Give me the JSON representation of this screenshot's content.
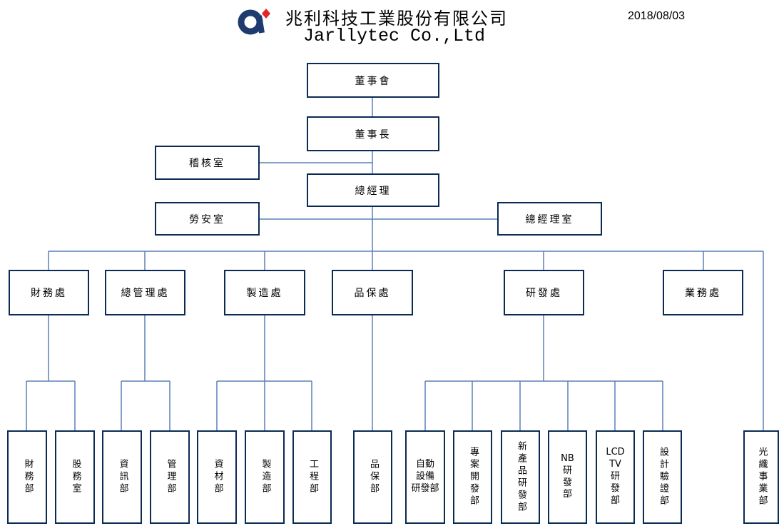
{
  "header": {
    "company_zh": "兆利科技工業股份有限公司",
    "company_en": "Jarllytec Co.,Ltd",
    "date": "2018/08/03",
    "logo_icon": "alpha-logo-icon",
    "logo_colors": {
      "ring": "#1e3a6e",
      "diamond": "#e3242b"
    }
  },
  "colors": {
    "box_border": "#0b2a54",
    "connector": "#5a80b8"
  },
  "org": {
    "board": "董事會",
    "chairman": "董事長",
    "audit": "稽核室",
    "gm": "總經理",
    "safety": "勞安室",
    "gm_office": "總經理室",
    "divisions": [
      "財務處",
      "總管理處",
      "製造處",
      "品保處",
      "研發處",
      "業務處"
    ],
    "departments": [
      "財務部",
      "股務室",
      "資訊部",
      "管理部",
      "資材部",
      "製造部",
      "工程部",
      "品保部",
      "自動設備研發部",
      "專案開發部",
      "新產品研發部",
      "NB研發部",
      "LCD TV研發部",
      "設計驗證部",
      "光纖事業部"
    ]
  }
}
